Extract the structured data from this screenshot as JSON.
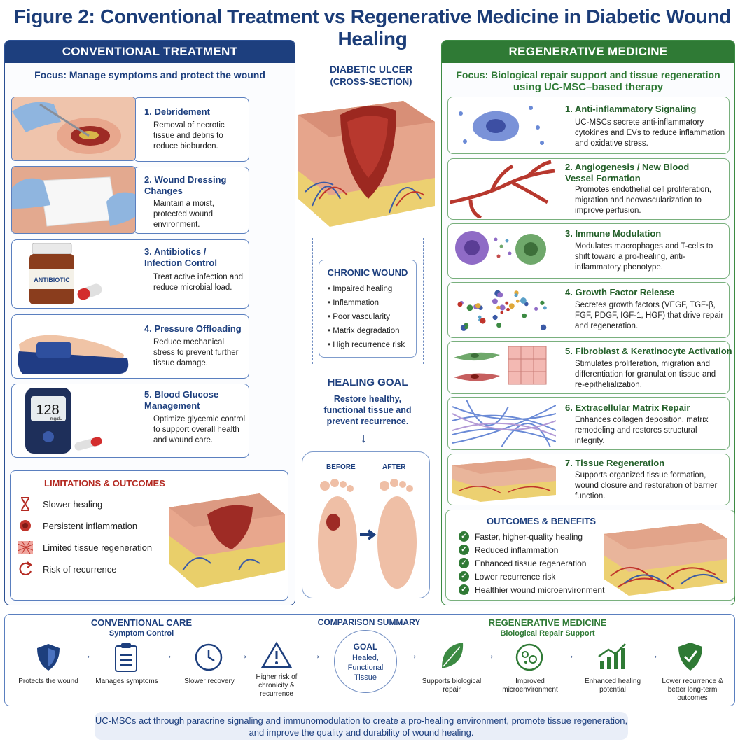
{
  "title": "Figure 2: Conventional Treatment vs Regenerative Medicine in Diabetic Wound Healing",
  "conventional": {
    "header": "CONVENTIONAL TREATMENT",
    "focus": "Focus: Manage symptoms and protect the wound",
    "steps": [
      {
        "title": "1. Debridement",
        "desc": "Removal of necrotic tissue and debris to reduce bioburden."
      },
      {
        "title": "2. Wound Dressing Changes",
        "desc": "Maintain a moist, protected wound environment."
      },
      {
        "title": "3. Antibiotics / Infection Control",
        "desc": "Treat active infection and reduce microbial load."
      },
      {
        "title": "4. Pressure Offloading",
        "desc": "Reduce mechanical stress to prevent further tissue damage."
      },
      {
        "title": "5. Blood Glucose Management",
        "desc": "Optimize glycemic control to support overall health and wound care."
      }
    ],
    "antibiotic_label": "ANTIBIOTIC",
    "glucose_reading": "128",
    "glucose_unit": "mg/dL",
    "limitations": {
      "header": "LIMITATIONS & OUTCOMES",
      "items": [
        "Slower healing",
        "Persistent inflammation",
        "Limited tissue regeneration",
        "Risk of recurrence"
      ]
    }
  },
  "center": {
    "ulcer_title": "DIABETIC ULCER",
    "ulcer_sub": "(CROSS-SECTION)",
    "chronic_title": "CHRONIC WOUND",
    "chronic_items": [
      "Impaired healing",
      "Inflammation",
      "Poor vascularity",
      "Matrix degradation",
      "High recurrence risk"
    ],
    "goal_title": "HEALING GOAL",
    "goal_text": "Restore healthy, functional tissue and prevent recurrence.",
    "before": "BEFORE",
    "after": "AFTER"
  },
  "regenerative": {
    "header": "REGENERATIVE MEDICINE",
    "focus": "Focus: Biological repair support and tissue regeneration",
    "focus2": "using UC-MSC–based therapy",
    "steps": [
      {
        "title": "1. Anti-inflammatory Signaling",
        "desc": "UC-MSCs secrete anti-inflammatory cytokines and EVs to reduce inflammation and oxidative stress."
      },
      {
        "title": "2. Angiogenesis / New Blood Vessel Formation",
        "desc": "Promotes endothelial cell proliferation, migration and neovascularization to improve perfusion."
      },
      {
        "title": "3. Immune Modulation",
        "desc": "Modulates macrophages and T-cells to shift toward a pro-healing, anti-inflammatory phenotype."
      },
      {
        "title": "4. Growth Factor Release",
        "desc": "Secretes growth factors (VEGF, TGF-β, FGF, PDGF, IGF-1, HGF) that drive repair and regeneration."
      },
      {
        "title": "5. Fibroblast & Keratinocyte Activation",
        "desc": "Stimulates proliferation, migration and differentiation for granulation tissue and re-epithelialization."
      },
      {
        "title": "6. Extracellular Matrix Repair",
        "desc": "Enhances collagen deposition, matrix remodeling and restores structural integrity."
      },
      {
        "title": "7. Tissue Regeneration",
        "desc": "Supports organized tissue formation, wound closure and restoration of barrier function."
      }
    ],
    "outcomes": {
      "header": "OUTCOMES & BENEFITS",
      "items": [
        "Faster, higher-quality healing",
        "Reduced inflammation",
        "Enhanced tissue regeneration",
        "Lower recurrence risk",
        "Healthier wound microenvironment"
      ]
    }
  },
  "summary": {
    "conv_title": "CONVENTIONAL CARE",
    "conv_sub": "Symptom Control",
    "mid_title": "COMPARISON SUMMARY",
    "regen_title": "REGENERATIVE MEDICINE",
    "regen_sub": "Biological Repair Support",
    "goal_head": "GOAL",
    "goal_body": "Healed, Functional Tissue",
    "conv_items": [
      "Protects the wound",
      "Manages symptoms",
      "Slower recovery",
      "Higher risk of chronicity & recurrence"
    ],
    "regen_items": [
      "Supports biological repair",
      "Improved microenvironment",
      "Enhanced healing potential",
      "Lower recurrence & better long-term outcomes"
    ]
  },
  "footer": "UC-MSCs act through paracrine signaling and immunomodulation to create a pro-healing environment, promote tissue regeneration, and improve the quality and durability of wound healing.",
  "colors": {
    "navy": "#1d3f7e",
    "green": "#2f7a35",
    "wound": "#b8382e",
    "skin": "#e9b59b",
    "fat": "#e9cf6a"
  }
}
